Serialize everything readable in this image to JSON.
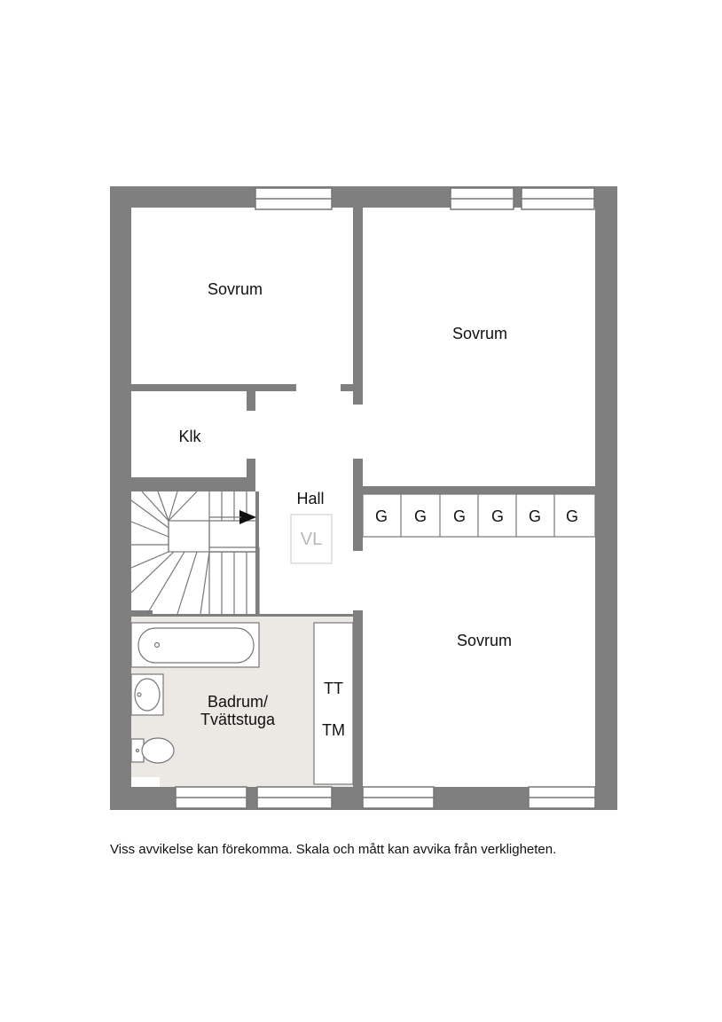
{
  "rooms": {
    "sovrum_top_left": "Sovrum",
    "sovrum_top_right": "Sovrum",
    "sovrum_bottom_right": "Sovrum",
    "klk": "Klk",
    "hall": "Hall",
    "vl": "VL",
    "badrum_line1": "Badrum/",
    "badrum_line2": "Tvättstuga",
    "tt": "TT",
    "tm": "TM"
  },
  "wardrobes": [
    "G",
    "G",
    "G",
    "G",
    "G",
    "G"
  ],
  "disclaimer": "Viss avvikelse kan förekomma. Skala och mått kan avvika från verkligheten.",
  "colors": {
    "wall": "#7f7f7f",
    "bathroom_floor": "#ece9e5",
    "line": "#777777",
    "background": "#ffffff"
  }
}
